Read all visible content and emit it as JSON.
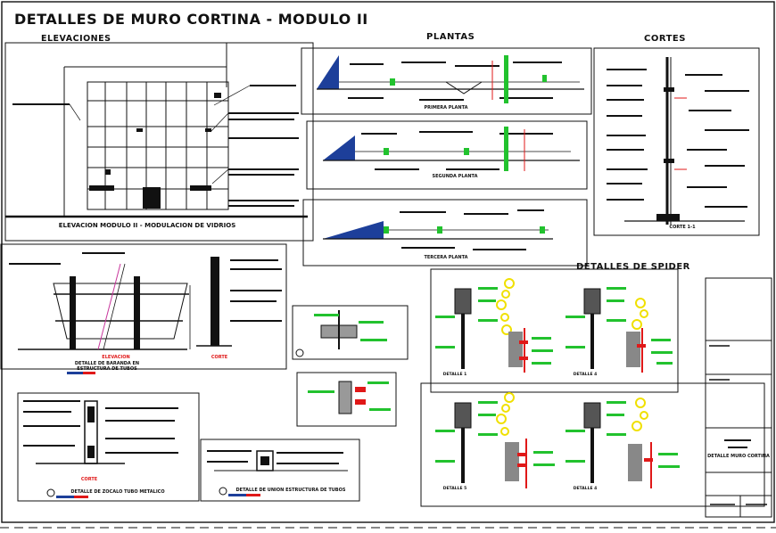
{
  "sheet": {
    "title": "DETALLES DE MURO CORTINA - MODULO II",
    "title_block_text": "DETALLE MURO CORTINA"
  },
  "sections": {
    "elevaciones": "ELEVACIONES",
    "plantas": "PLANTAS",
    "cortes": "CORTES",
    "spider": "DETALLES DE SPIDER"
  },
  "labels": {
    "elevation_caption": "ELEVACION MODULO II - MODULACION DE VIDRIOS",
    "primera_planta": "PRIMERA PLANTA",
    "segunda_planta": "SEGUNDA PLANTA",
    "tercera_planta": "TERCERA PLANTA",
    "corte_section": "CORTE 1-1",
    "baranda_elevacion": "ELEVACION",
    "baranda_corte": "CORTE",
    "baranda_caption": "DETALLE DE BARANDA EN ESTRUCTURA DE TUBOS",
    "zocalo_corte": "CORTE",
    "zocalo_caption": "DETALLE DE ZOCALO TUBO METALICO",
    "union_caption": "DETALLE DE UNION ESTRUCTURA DE TUBOS",
    "detalle_1": "DETALLE 1",
    "detalle_4": "DETALLE 4",
    "detalle_5": "DETALLE 5",
    "detalle_6": "DETALLE 4"
  },
  "colors": {
    "line": "#111111",
    "green": "#22c22e",
    "red": "#e01818",
    "yellow": "#f0e000",
    "blue": "#1d3f9a",
    "magenta": "#c8369c"
  }
}
